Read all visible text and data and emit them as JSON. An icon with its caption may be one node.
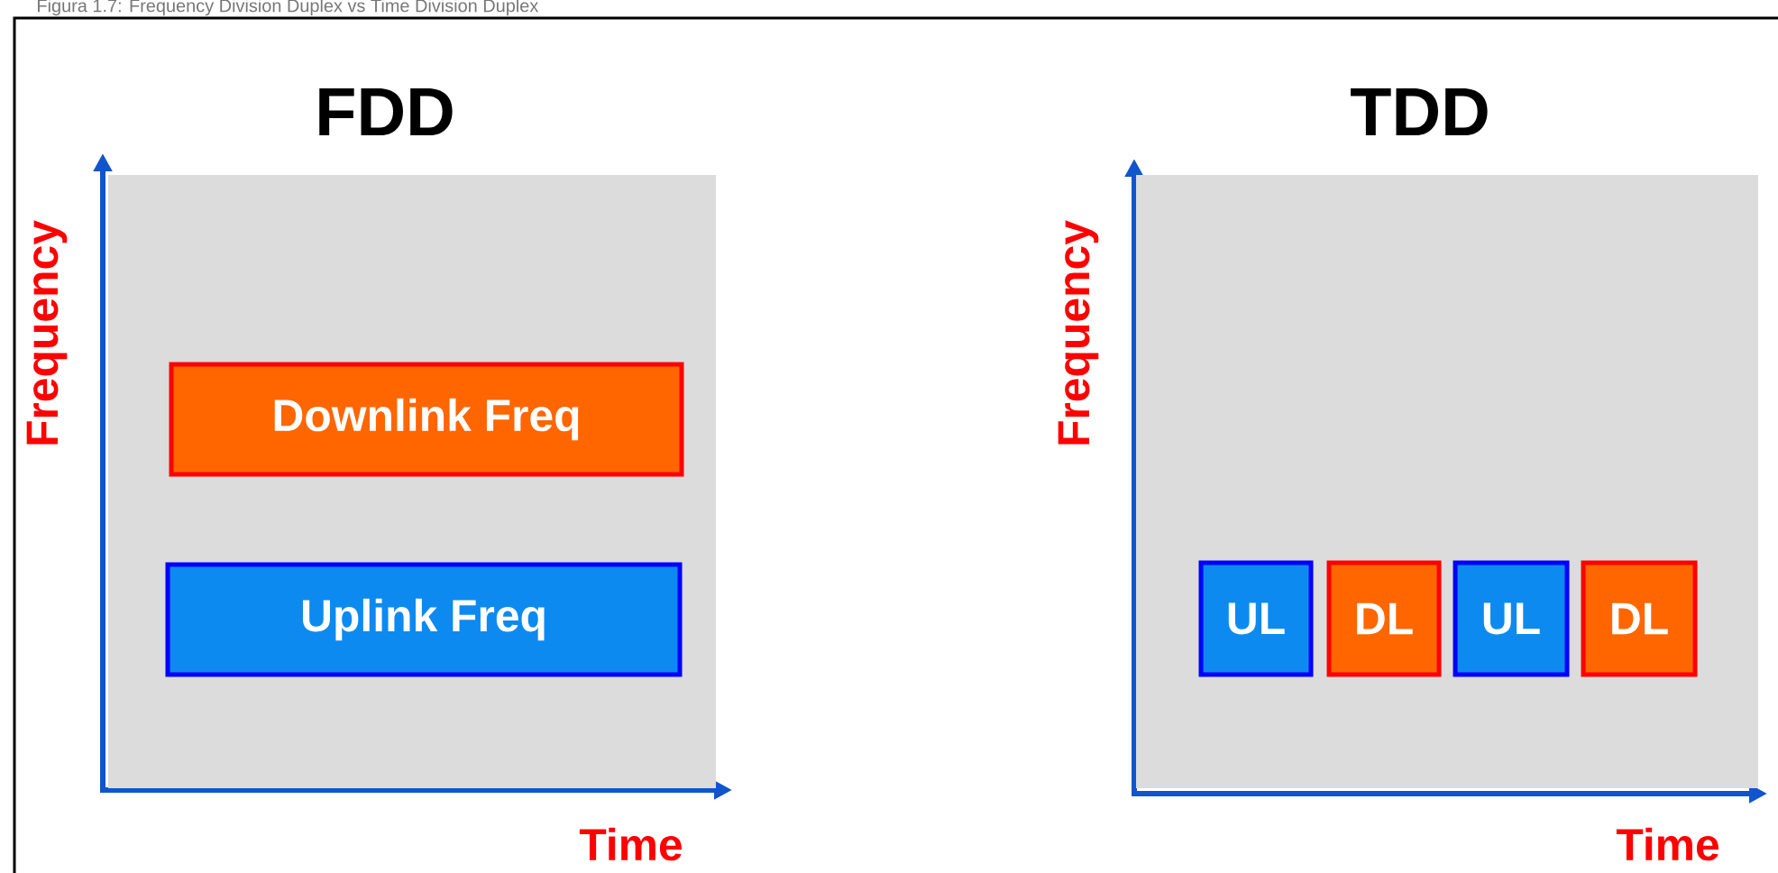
{
  "diagram": {
    "caption": "Figura 1.7: Frequency Division Duplex vs Time Division Duplex",
    "nodes": [
      {
        "text": [
          "FDD"
        ]
      },
      {
        "text": [
          "Downlink Freq"
        ],
        "in": 0
      },
      {
        "text": [
          "Uplink Freq"
        ],
        "in": 0
      },
      {
        "text": [
          "TDD"
        ]
      },
      {
        "text": [
          "UL"
        ],
        "in": 3
      },
      {
        "text": [
          "DL"
        ],
        "in": 3
      },
      {
        "text": [
          "UL"
        ],
        "in": 3
      },
      {
        "text": [
          "DL"
        ],
        "in": 3
      }
    ],
    "labels": [
      "Frequency",
      "Time",
      "Frequency",
      "Time"
    ]
  }
}
